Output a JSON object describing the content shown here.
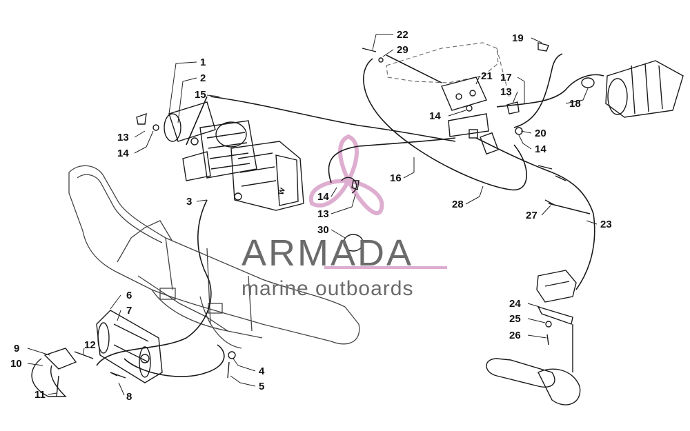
{
  "logo": {
    "brand": "ARMADA",
    "tagline": "marine outboards",
    "accent_color": "#d9a0c8",
    "text_color": "#6b6b6b"
  },
  "callouts": [
    {
      "id": "c1",
      "label": "1"
    },
    {
      "id": "c2",
      "label": "2"
    },
    {
      "id": "c15",
      "label": "15"
    },
    {
      "id": "c13a",
      "label": "13"
    },
    {
      "id": "c14a",
      "label": "14"
    },
    {
      "id": "c3",
      "label": "3"
    },
    {
      "id": "c22",
      "label": "22"
    },
    {
      "id": "c29",
      "label": "29"
    },
    {
      "id": "c19",
      "label": "19"
    },
    {
      "id": "c21",
      "label": "21"
    },
    {
      "id": "c17",
      "label": "17"
    },
    {
      "id": "c13b",
      "label": "13"
    },
    {
      "id": "c18",
      "label": "18"
    },
    {
      "id": "c14b",
      "label": "14"
    },
    {
      "id": "c20",
      "label": "20"
    },
    {
      "id": "c14c",
      "label": "14"
    },
    {
      "id": "c16",
      "label": "16"
    },
    {
      "id": "c14d",
      "label": "14"
    },
    {
      "id": "c13c",
      "label": "13"
    },
    {
      "id": "c28",
      "label": "28"
    },
    {
      "id": "c27",
      "label": "27"
    },
    {
      "id": "c23",
      "label": "23"
    },
    {
      "id": "c30",
      "label": "30"
    },
    {
      "id": "c6",
      "label": "6"
    },
    {
      "id": "c7",
      "label": "7"
    },
    {
      "id": "c9",
      "label": "9"
    },
    {
      "id": "c10",
      "label": "10"
    },
    {
      "id": "c12",
      "label": "12"
    },
    {
      "id": "c11",
      "label": "11"
    },
    {
      "id": "c8",
      "label": "8"
    },
    {
      "id": "c4",
      "label": "4"
    },
    {
      "id": "c5",
      "label": "5"
    },
    {
      "id": "c24",
      "label": "24"
    },
    {
      "id": "c25",
      "label": "25"
    },
    {
      "id": "c26",
      "label": "26"
    }
  ]
}
